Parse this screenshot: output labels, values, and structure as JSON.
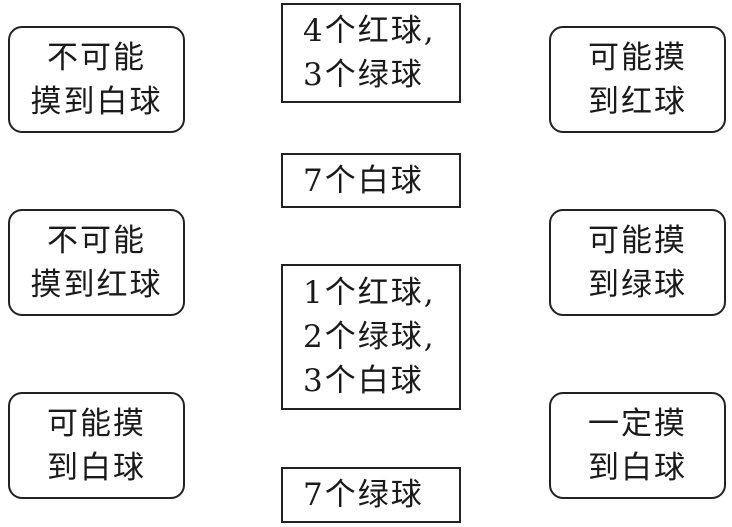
{
  "left_boxes": [
    {
      "lines": [
        "不可能",
        "摸到白球"
      ]
    },
    {
      "lines": [
        "不可能",
        "摸到红球"
      ]
    },
    {
      "lines": [
        "可能摸",
        "到白球"
      ]
    }
  ],
  "center_boxes": [
    {
      "lines": [
        "4个红球,",
        "3个绿球"
      ]
    },
    {
      "lines": [
        "7个白球"
      ]
    },
    {
      "lines": [
        "1个红球,",
        "2个绿球,",
        "3个白球"
      ]
    },
    {
      "lines": [
        "7个绿球"
      ]
    }
  ],
  "right_boxes": [
    {
      "lines": [
        "可能摸",
        "到红球"
      ]
    },
    {
      "lines": [
        "可能摸",
        "到绿球"
      ]
    },
    {
      "lines": [
        "一定摸",
        "到白球"
      ]
    }
  ]
}
